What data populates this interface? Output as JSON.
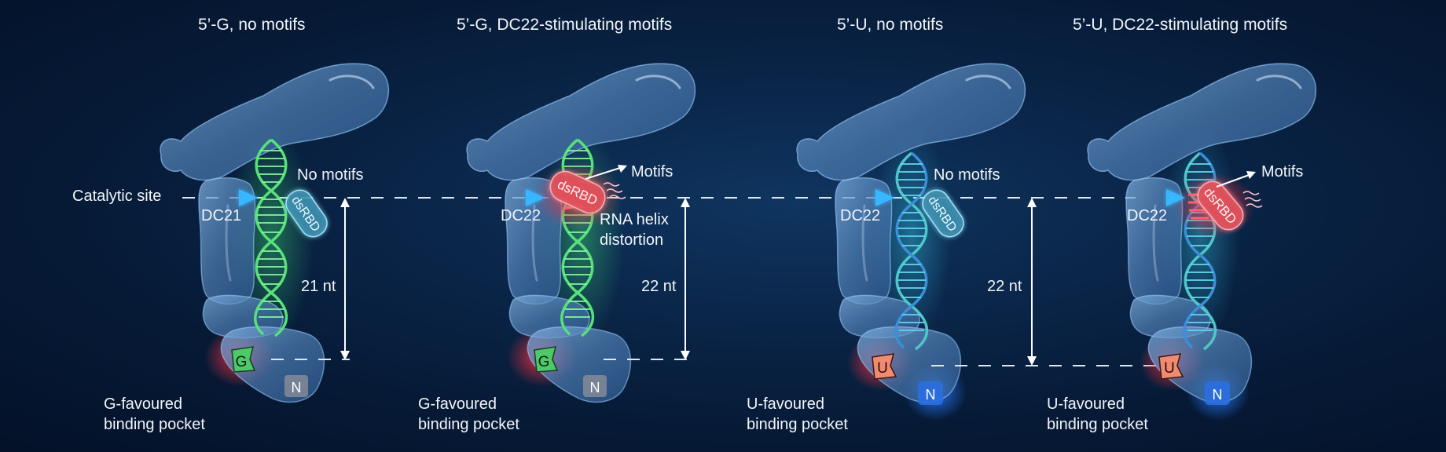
{
  "figure": {
    "background_color": "#082048",
    "accent_colors": {
      "protein_body": "#5b8fc7",
      "rna_green": "#58e07a",
      "rna_teal": "#4fc7c9",
      "motif_red": "#f0454f",
      "catalytic_arrow": "#39b6ff",
      "u_nucleotide": "#f08a70",
      "g_nucleotide": "#4fc86a",
      "n_pocket_grey": "#8a8f99",
      "n_pocket_blue": "#2a6fe0"
    },
    "shared_labels": {
      "catalytic_site": "Catalytic site"
    }
  },
  "panels": [
    {
      "title": "5’-G, no motifs",
      "enzyme_label": "DC21",
      "motif_label": "No motifs",
      "dsrbd_label": "dsRBD",
      "length_label": "21 nt",
      "distortion_label": "",
      "nucleotide_5p": "G",
      "nucleotide_3p": "N",
      "pocket_label_line1": "G-favoured",
      "pocket_label_line2": "binding pocket"
    },
    {
      "title": "5’-G, DC22-stimulating motifs",
      "enzyme_label": "DC22",
      "motif_label": "Motifs",
      "dsrbd_label": "dsRBD",
      "length_label": "22 nt",
      "distortion_label_line1": "RNA helix",
      "distortion_label_line2": "distortion",
      "nucleotide_5p": "G",
      "nucleotide_3p": "N",
      "pocket_label_line1": "G-favoured",
      "pocket_label_line2": "binding pocket"
    },
    {
      "title": "5’-U, no motifs",
      "enzyme_label": "DC22",
      "motif_label": "No motifs",
      "dsrbd_label": "dsRBD",
      "length_label": "22 nt",
      "nucleotide_5p": "U",
      "nucleotide_3p": "N",
      "pocket_label_line1": "U-favoured",
      "pocket_label_line2": "binding pocket"
    },
    {
      "title": "5’-U, DC22-stimulating motifs",
      "enzyme_label": "DC22",
      "motif_label": "Motifs",
      "dsrbd_label": "dsRBD",
      "nucleotide_5p": "U",
      "nucleotide_3p": "N",
      "pocket_label_line1": "U-favoured",
      "pocket_label_line2": "binding pocket"
    }
  ]
}
